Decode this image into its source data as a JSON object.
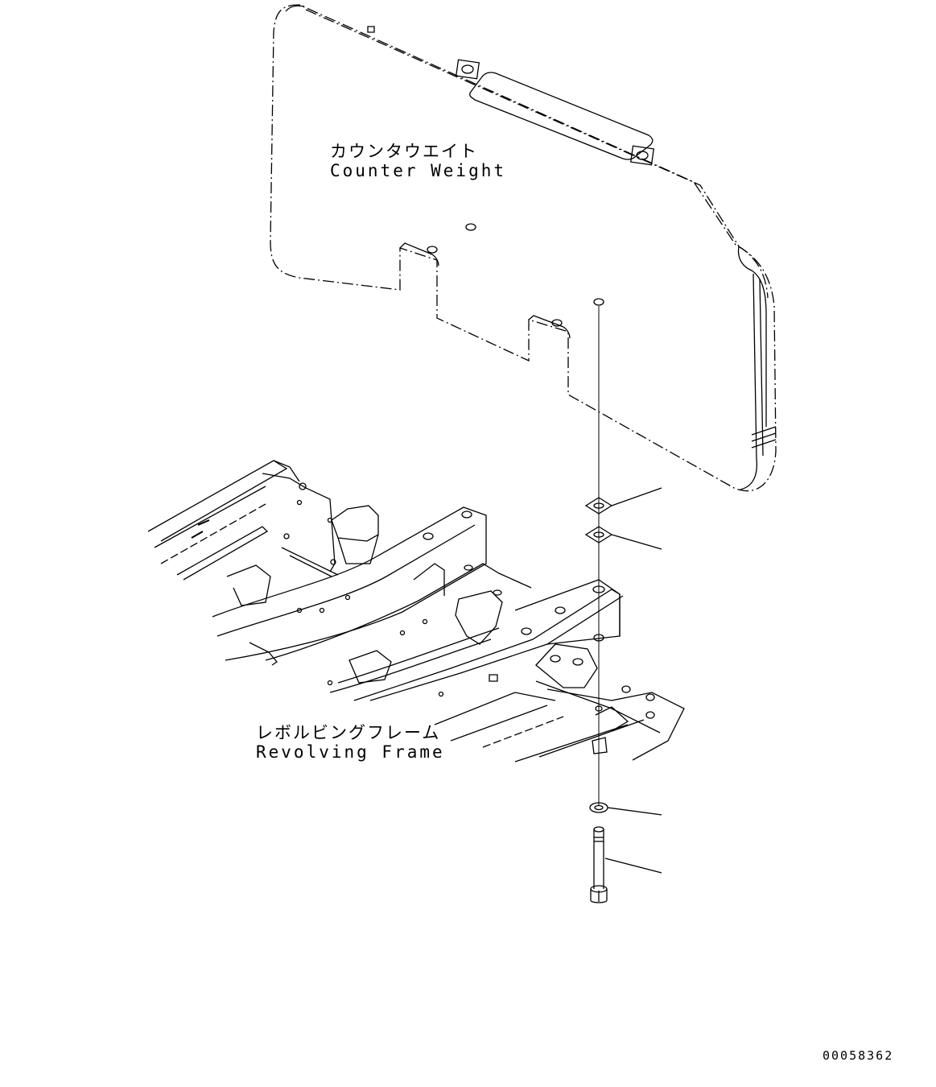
{
  "labels": {
    "counter_weight_jp": "カウンタウエイト",
    "counter_weight_en": "Counter Weight",
    "revolving_frame_jp": "レボルビングフレーム",
    "revolving_frame_en": "Revolving Frame"
  },
  "drawing_number": "00058362"
}
